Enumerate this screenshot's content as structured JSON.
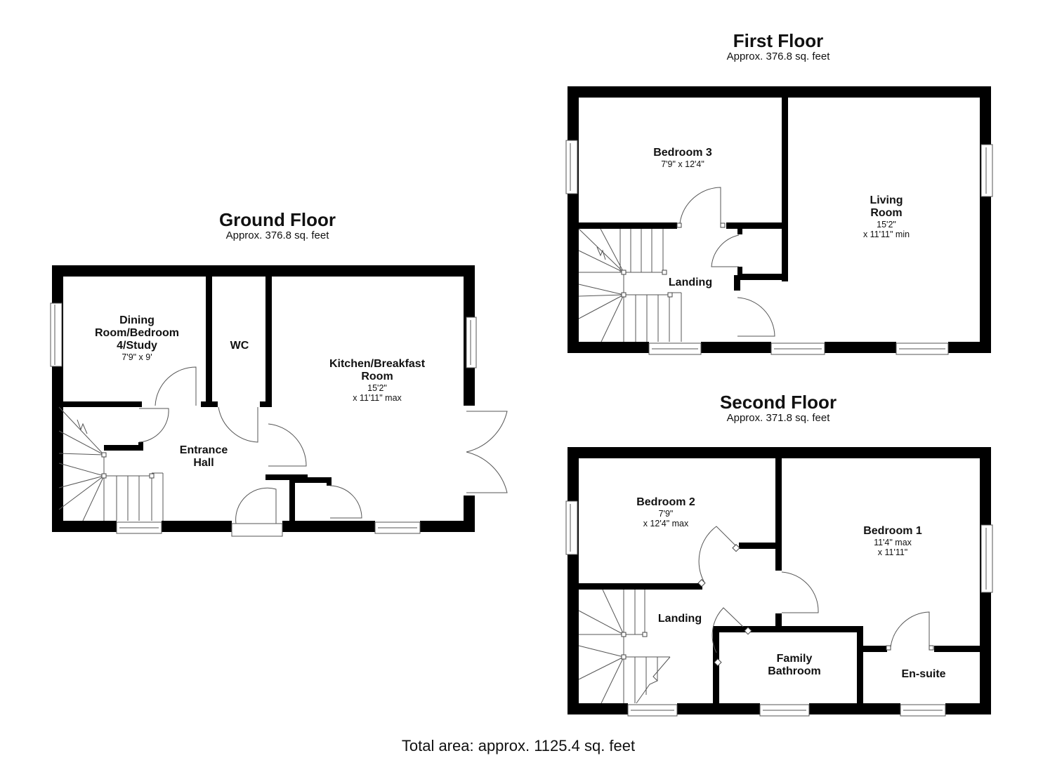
{
  "floors": {
    "ground": {
      "title": "Ground Floor",
      "area": "Approx. 376.8 sq. feet",
      "rooms": {
        "dining": {
          "name_lines": [
            "Dining",
            "Room/Bedroom",
            "4/Study"
          ],
          "dim": "7'9\" x 9'"
        },
        "wc": {
          "name": "WC"
        },
        "kitchen": {
          "name_lines": [
            "Kitchen/Breakfast",
            "Room"
          ],
          "dim_lines": [
            "15'2\"",
            "x 11'11\" max"
          ]
        },
        "hall": {
          "name_lines": [
            "Entrance",
            "Hall"
          ]
        }
      }
    },
    "first": {
      "title": "First Floor",
      "area": "Approx. 376.8 sq. feet",
      "rooms": {
        "bedroom3": {
          "name": "Bedroom 3",
          "dim": "7'9\" x 12'4\""
        },
        "living": {
          "name_lines": [
            "Living",
            "Room"
          ],
          "dim_lines": [
            "15'2\"",
            "x 11'11\" min"
          ]
        },
        "landing": {
          "name": "Landing"
        }
      }
    },
    "second": {
      "title": "Second Floor",
      "area": "Approx. 371.8 sq. feet",
      "rooms": {
        "bedroom2": {
          "name": "Bedroom 2",
          "dim_lines": [
            "7'9\"",
            "x 12'4\" max"
          ]
        },
        "bedroom1": {
          "name": "Bedroom 1",
          "dim_lines": [
            "11'4\" max",
            "x 11'11\""
          ]
        },
        "landing": {
          "name": "Landing"
        },
        "bathroom": {
          "name_lines": [
            "Family",
            "Bathroom"
          ]
        },
        "ensuite": {
          "name": "En-suite"
        }
      }
    }
  },
  "total_area": "Total area: approx. 1125.4 sq. feet",
  "colors": {
    "wall": "#000000",
    "background": "#ffffff",
    "line": "#555555"
  }
}
